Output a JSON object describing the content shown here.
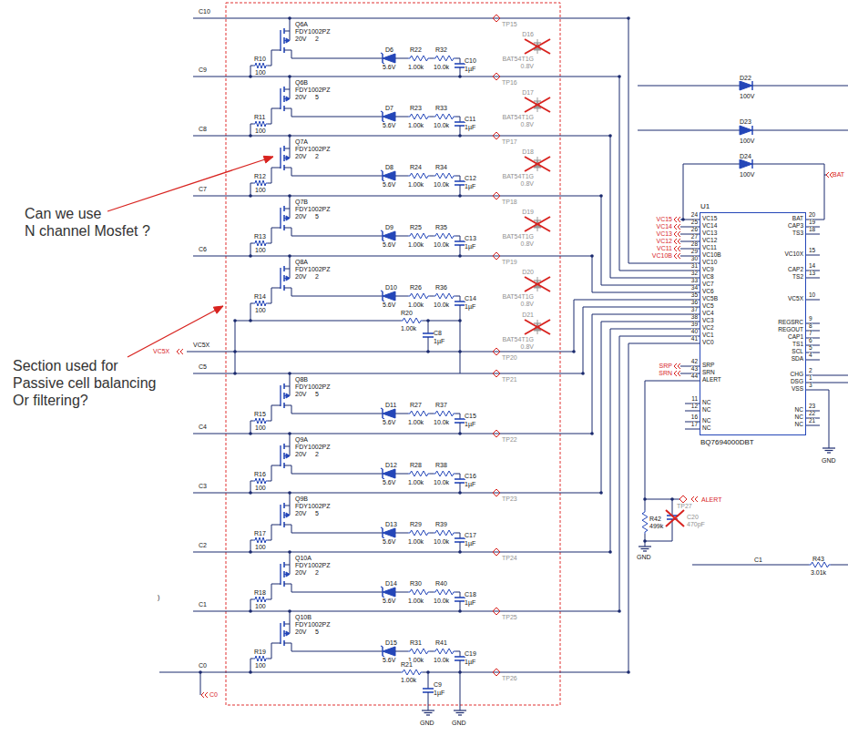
{
  "diagram": {
    "nodes": [
      {
        "text": [
          "U1",
          "BQ7694000DBT"
        ]
      }
    ],
    "labels": [
      "C10",
      "TP15",
      "C9",
      "TP16",
      "C8",
      "TP17",
      "C7",
      "TP18",
      "C6",
      "TP19",
      "VC5X",
      "TP20",
      "C5",
      "TP21",
      "C4",
      "TP22",
      "C3",
      "TP23",
      "C2",
      "TP24",
      "C1",
      "TP25",
      "C0",
      "TP26",
      "Q6A",
      "FDY1002PZ",
      "2",
      "20V",
      "R10",
      "100",
      "D6",
      "5.6V",
      "R22",
      "1.00k",
      "R32",
      "10.0k",
      "C10",
      "1µF",
      "Q6B",
      "FDY1002PZ",
      "5",
      "20V",
      "R11",
      "100",
      "D7",
      "5.6V",
      "R23",
      "1.00k",
      "R33",
      "10.0k",
      "C11",
      "1µF",
      "Q7A",
      "FDY1002PZ",
      "2",
      "20V",
      "R12",
      "100",
      "D8",
      "5.6V",
      "R24",
      "1.00k",
      "R34",
      "10.0k",
      "C12",
      "1µF",
      "Q7B",
      "FDY1002PZ",
      "5",
      "20V",
      "R13",
      "100",
      "D9",
      "5.6V",
      "R25",
      "1.00k",
      "R35",
      "10.0k",
      "C13",
      "1µF",
      "Q8A",
      "FDY1002PZ",
      "2",
      "20V",
      "R14",
      "100",
      "D10",
      "5.6V",
      "R26",
      "1.00k",
      "R36",
      "10.0k",
      "C14",
      "1µF",
      "Q8B",
      "FDY1002PZ",
      "5",
      "20V",
      "R15",
      "100",
      "D11",
      "5.6V",
      "R27",
      "1.00k",
      "R37",
      "10.0k",
      "C15",
      "1µF",
      "Q9A",
      "FDY1002PZ",
      "2",
      "20V",
      "R16",
      "100",
      "D12",
      "5.6V",
      "R28",
      "1.00k",
      "R38",
      "10.0k",
      "C16",
      "1µF",
      "Q9B",
      "FDY1002PZ",
      "5",
      "20V",
      "R17",
      "100",
      "D13",
      "5.6V",
      "R29",
      "1.00k",
      "R39",
      "10.0k",
      "C17",
      "1µF",
      "Q10A",
      "FDY1002PZ",
      "2",
      "20V",
      "R18",
      "100",
      "D14",
      "5.6V",
      "R30",
      "1.00k",
      "R40",
      "10.0k",
      "C18",
      "1µF",
      "Q10B",
      "FDY1002PZ",
      "5",
      "20V",
      "R19",
      "100",
      "D15",
      "5.6V",
      "R31",
      "1.00k",
      "R41",
      "10.0k",
      "C19",
      "1µF",
      "R20",
      "1.00k",
      "C8",
      "1µF",
      "R21",
      "1.00k",
      "C9",
      "1µF",
      "GND",
      "GND",
      "C0",
      "VC5X",
      "D16",
      "BAT54T1G",
      "0.8V",
      "D17",
      "BAT54T1G",
      "0.8V",
      "D18",
      "BAT54T1G",
      "0.8V",
      "D19",
      "BAT54T1G",
      "0.8V",
      "D20",
      "BAT54T1G",
      "0.8V",
      "D21",
      "BAT54T1G",
      "0.8V",
      "D22",
      "100V",
      "D23",
      "100V",
      "D24",
      "100V",
      "24",
      "VC15",
      "25",
      "VC14",
      "26",
      "VC13",
      "27",
      "VC12",
      "28",
      "VC11",
      "29",
      "VC10B",
      "30",
      "VC10",
      "31",
      "VC9",
      "32",
      "VC8",
      "33",
      "VC7",
      "34",
      "VC6",
      "35",
      "VC5B",
      "36",
      "VC5",
      "37",
      "VC4",
      "38",
      "VC3",
      "39",
      "VC2",
      "40",
      "VC1",
      "41",
      "VC0",
      "42",
      "SRP",
      "43",
      "SRN",
      "44",
      "ALERT",
      "11",
      "NC",
      "12",
      "NC",
      "16",
      "NC",
      "17",
      "NC",
      "VC15",
      "VC14",
      "VC13",
      "VC12",
      "VC11",
      "VC10B",
      "SRP",
      "SRN",
      "20",
      "BAT",
      "19",
      "CAP3",
      "18",
      "TS3",
      "15",
      "VC10X",
      "14",
      "CAP2",
      "13",
      "TS2",
      "10",
      "VC5X",
      "9",
      "REGSRC",
      "8",
      "REGOUT",
      "7",
      "CAP1",
      "6",
      "TS1",
      "5",
      "SCL",
      "4",
      "SDA",
      "2",
      "CHG",
      "1",
      "DSG",
      "3",
      "VSS",
      "23",
      "NC",
      "22",
      "NC",
      "21",
      "NC",
      "BAT",
      "GND",
      "R42",
      "499k",
      "C20",
      "470pF",
      "TP27",
      "ALERT",
      "GND",
      "C1",
      "R43",
      "3.01k",
      ")",
      "Can we use",
      "N channel Mosfet ?",
      "Section used for",
      "Passive cell balancing",
      "Or filtering?"
    ]
  }
}
